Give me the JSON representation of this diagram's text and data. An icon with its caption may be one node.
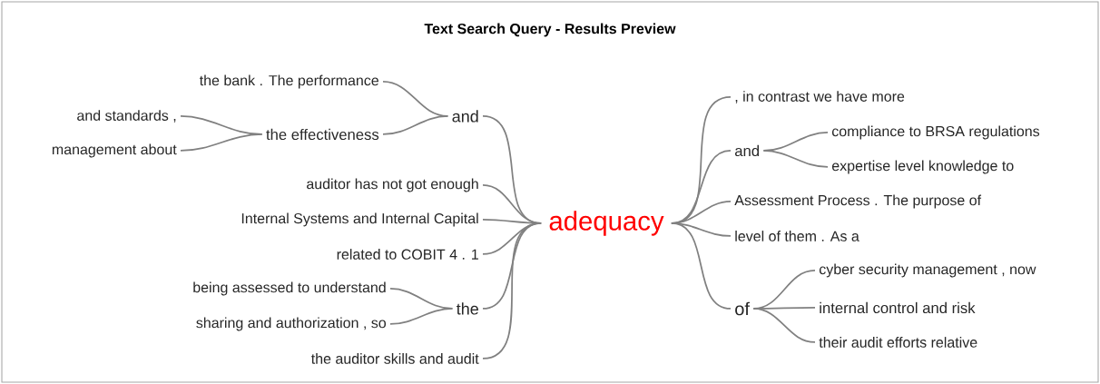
{
  "diagram": {
    "title": "Text Search Query - Results Preview",
    "nodes": [
      {
        "text": [
          "adequacy"
        ]
      },
      {
        "text": [
          "and"
        ]
      },
      {
        "text": [
          "the bank . The performance"
        ]
      },
      {
        "text": [
          "the effectiveness"
        ]
      },
      {
        "text": [
          "and standards ,"
        ]
      },
      {
        "text": [
          "management about"
        ]
      },
      {
        "text": [
          "auditor has not got enough"
        ]
      },
      {
        "text": [
          "Internal Systems and Internal Capital"
        ]
      },
      {
        "text": [
          "related to COBIT 4 . 1"
        ]
      },
      {
        "text": [
          "the"
        ]
      },
      {
        "text": [
          "being assessed to understand"
        ]
      },
      {
        "text": [
          "sharing and authorization , so"
        ]
      },
      {
        "text": [
          "the auditor skills and audit"
        ]
      },
      {
        "text": [
          ", in contrast we have more"
        ]
      },
      {
        "text": [
          "and"
        ]
      },
      {
        "text": [
          "compliance to BRSA regulations"
        ]
      },
      {
        "text": [
          "expertise level knowledge to"
        ]
      },
      {
        "text": [
          "Assessment Process . The purpose of"
        ]
      },
      {
        "text": [
          "level of them . As a"
        ]
      },
      {
        "text": [
          "of"
        ]
      },
      {
        "text": [
          "cyber security management , now"
        ]
      },
      {
        "text": [
          "internal control and risk"
        ]
      },
      {
        "text": [
          "their audit efforts relative"
        ]
      }
    ],
    "edges": [
      {
        "from": 0,
        "to": 1,
        "arrow": "none"
      },
      {
        "from": 1,
        "to": 2,
        "arrow": "none"
      },
      {
        "from": 1,
        "to": 3,
        "arrow": "none"
      },
      {
        "from": 3,
        "to": 4,
        "arrow": "none"
      },
      {
        "from": 3,
        "to": 5,
        "arrow": "none"
      },
      {
        "from": 0,
        "to": 6,
        "arrow": "none"
      },
      {
        "from": 0,
        "to": 7,
        "arrow": "none"
      },
      {
        "from": 0,
        "to": 8,
        "arrow": "none"
      },
      {
        "from": 0,
        "to": 9,
        "arrow": "none"
      },
      {
        "from": 9,
        "to": 10,
        "arrow": "none"
      },
      {
        "from": 9,
        "to": 11,
        "arrow": "none"
      },
      {
        "from": 0,
        "to": 12,
        "arrow": "none"
      },
      {
        "from": 0,
        "to": 13,
        "arrow": "none"
      },
      {
        "from": 0,
        "to": 14,
        "arrow": "none"
      },
      {
        "from": 14,
        "to": 15,
        "arrow": "none"
      },
      {
        "from": 14,
        "to": 16,
        "arrow": "none"
      },
      {
        "from": 0,
        "to": 17,
        "arrow": "none"
      },
      {
        "from": 0,
        "to": 18,
        "arrow": "none"
      },
      {
        "from": 0,
        "to": 19,
        "arrow": "none"
      },
      {
        "from": 19,
        "to": 20,
        "arrow": "none"
      },
      {
        "from": 19,
        "to": 21,
        "arrow": "none"
      },
      {
        "from": 19,
        "to": 22,
        "arrow": "none"
      }
    ]
  }
}
